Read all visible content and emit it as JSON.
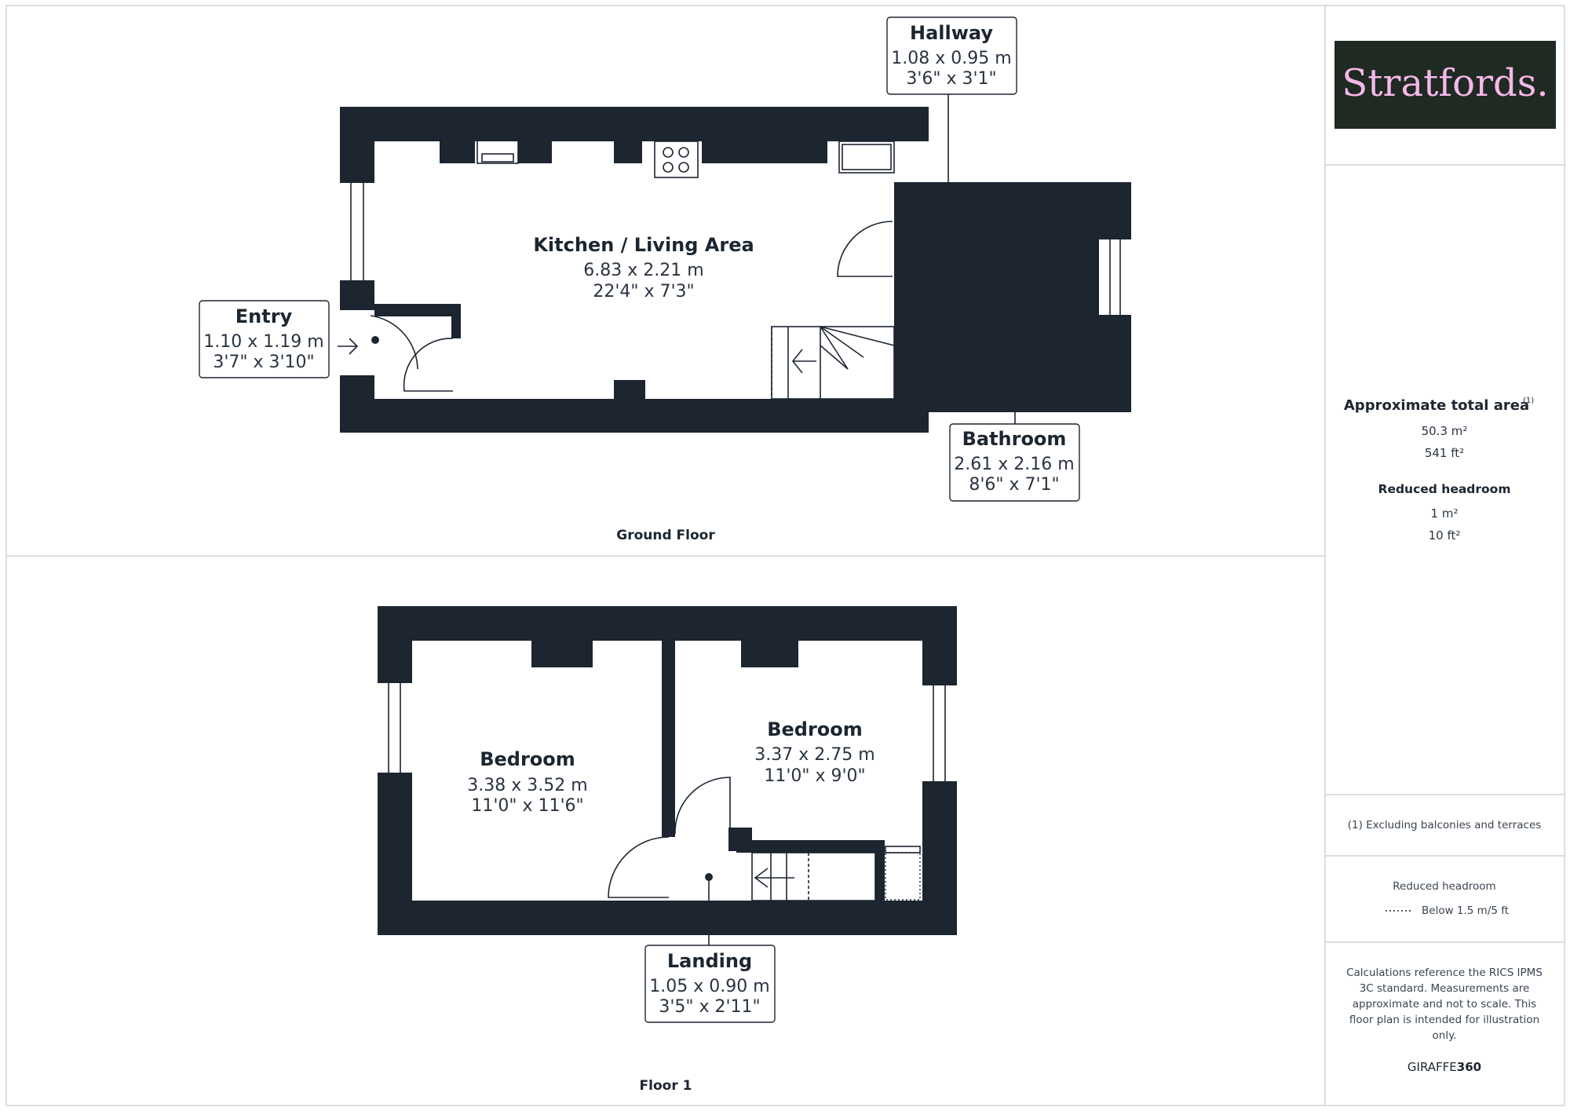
{
  "brand": {
    "logo_text": "Stratfords.",
    "logo_bg": "#1f2a22",
    "logo_color": "#f5b8e8"
  },
  "floors": [
    {
      "name": "Ground Floor"
    },
    {
      "name": "Floor 1"
    }
  ],
  "rooms": {
    "kitchen": {
      "name": "Kitchen / Living Area",
      "metric": "6.83 x 2.21 m",
      "imperial": "22'4\" x 7'3\""
    },
    "entry": {
      "name": "Entry",
      "metric": "1.10 x 1.19 m",
      "imperial": "3'7\" x 3'10\""
    },
    "hallway": {
      "name": "Hallway",
      "metric": "1.08 x 0.95 m",
      "imperial": "3'6\" x 3'1\""
    },
    "bathroom": {
      "name": "Bathroom",
      "metric": "2.61 x 2.16 m",
      "imperial": "8'6\" x 7'1\""
    },
    "bedroom1": {
      "name": "Bedroom",
      "metric": "3.38 x 3.52 m",
      "imperial": "11'0\" x 11'6\""
    },
    "bedroom2": {
      "name": "Bedroom",
      "metric": "3.37 x 2.75 m",
      "imperial": "11'0\" x 9'0\""
    },
    "landing": {
      "name": "Landing",
      "metric": "1.05 x 0.90 m",
      "imperial": "3'5\" x 2'11\""
    }
  },
  "sidebar": {
    "total_area_title": "Approximate total area",
    "total_area_sup": "(1)",
    "total_m2": "50.3 m²",
    "total_ft2": "541 ft²",
    "reduced_title": "Reduced headroom",
    "reduced_m2": "1 m²",
    "reduced_ft2": "10 ft²",
    "footnote": "(1) Excluding balconies and terraces",
    "legend_title": "Reduced headroom",
    "legend_item": "Below 1.5 m/5 ft",
    "disclaimer": [
      "Calculations reference the RICS IPMS",
      "3C standard. Measurements are",
      "approximate and not to scale. This",
      "floor plan is intended for illustration",
      "only."
    ],
    "giraffe_a": "GIRAFFE",
    "giraffe_b": "360"
  },
  "colors": {
    "wall": "#1d2530",
    "border": "#cfd3d8"
  }
}
